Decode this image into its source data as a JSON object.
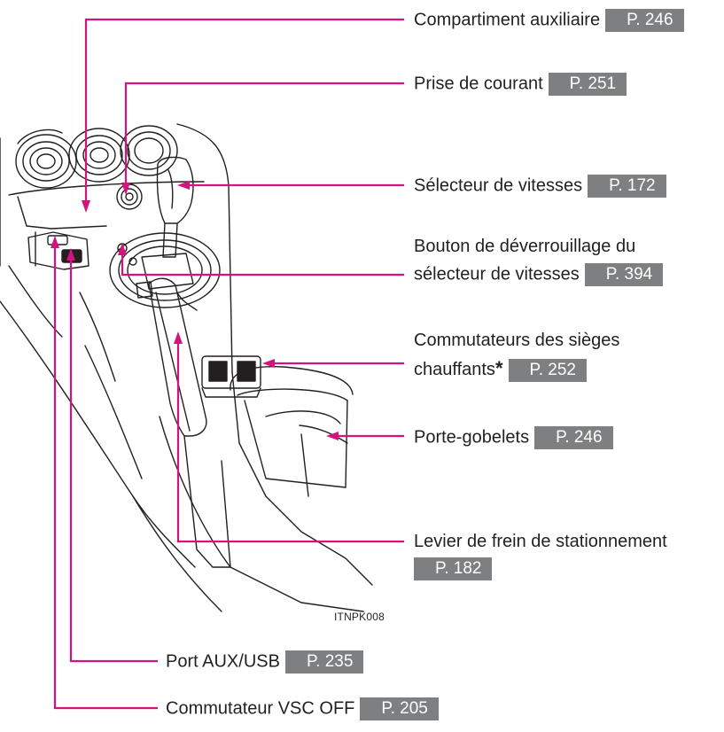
{
  "colors": {
    "callout": "#d6137d",
    "page_ref_bg": "#7e7f80",
    "text": "#231f20"
  },
  "callouts": {
    "aux_compartment": {
      "text": "Compartiment auxiliaire",
      "page": "P. 246"
    },
    "power_outlet": {
      "text": "Prise de courant",
      "page": "P. 251"
    },
    "shift_lever": {
      "text": "Sélecteur de vitesses",
      "page": "P. 172"
    },
    "shift_lock_release": {
      "line1": "Bouton de déverrouillage du",
      "line2": "sélecteur de vitesses",
      "page": "P. 394"
    },
    "seat_heater_switches": {
      "line1": "Commutateurs des sièges",
      "line2": "chauffants",
      "asterisk": "*",
      "page": "P. 252"
    },
    "cup_holders": {
      "text": "Porte-gobelets",
      "page": "P. 246"
    },
    "parking_brake": {
      "text": "Levier de frein de stationnement",
      "page": "P. 182"
    },
    "aux_usb_port": {
      "text": "Port AUX/USB",
      "page": "P. 235"
    },
    "vsc_off_switch": {
      "text": "Commutateur VSC OFF",
      "page": "P. 205"
    }
  },
  "figure_code": "ITNPK008"
}
